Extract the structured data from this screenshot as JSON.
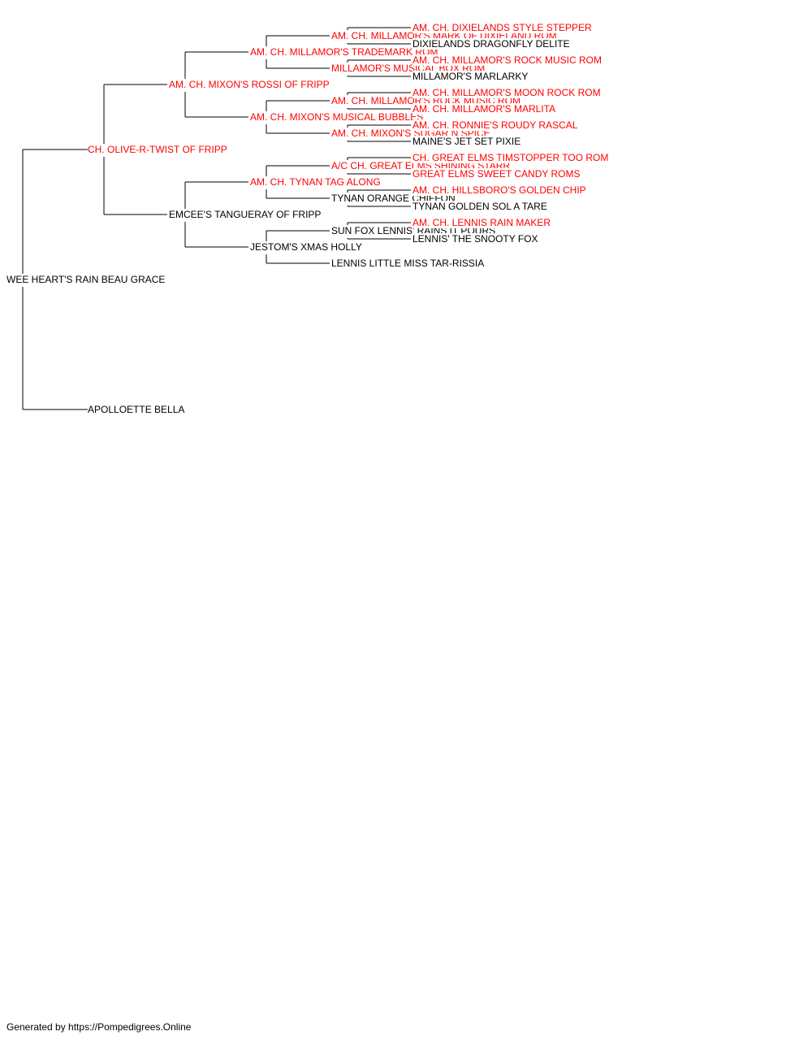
{
  "colors": {
    "champion": "#ff0000",
    "regular": "#000000",
    "line": "#000000"
  },
  "subject": {
    "name": "WEE HEART'S RAIN BEAU GRACE",
    "champion": false
  },
  "sire": {
    "name": "CH. OLIVE-R-TWIST OF FRIPP",
    "champion": true,
    "sire": {
      "name": "AM. CH. MIXON'S ROSSI OF FRIPP",
      "champion": true,
      "sire": {
        "name": "AM. CH. MILLAMOR'S TRADEMARK ROM",
        "champion": true,
        "sire": {
          "name": "AM. CH. MILLAMOR'S MARK OF DIXIELAND ROM",
          "champion": true,
          "sire": {
            "name": "AM. CH. DIXIELANDS STYLE STEPPER",
            "champion": true
          },
          "dam": {
            "name": "DIXIELANDS DRAGONFLY DELITE",
            "champion": false
          }
        },
        "dam": {
          "name": "MILLAMOR'S MUSICAL BOX ROM",
          "champion": true,
          "sire": {
            "name": "AM. CH. MILLAMOR'S ROCK MUSIC ROM",
            "champion": true
          },
          "dam": {
            "name": "MILLAMOR'S MARLARKY",
            "champion": false
          }
        }
      },
      "dam": {
        "name": "AM. CH. MIXON'S MUSICAL BUBBLES",
        "champion": true,
        "sire": {
          "name": "AM. CH. MILLAMOR'S ROCK MUSIC ROM",
          "champion": true,
          "sire": {
            "name": "AM. CH. MILLAMOR'S MOON ROCK ROM",
            "champion": true
          },
          "dam": {
            "name": "AM. CH. MILLAMOR'S MARLITA",
            "champion": true
          }
        },
        "dam": {
          "name": "AM. CH. MIXON'S SUGAR N SPICE",
          "champion": true,
          "sire": {
            "name": "AM. CH. RONNIE'S ROUDY RASCAL",
            "champion": true
          },
          "dam": {
            "name": "MAINE'S JET SET PIXIE",
            "champion": false
          }
        }
      }
    },
    "dam": {
      "name": "EMCEE'S TANGUERAY OF FRIPP",
      "champion": false,
      "sire": {
        "name": "AM. CH. TYNAN TAG ALONG",
        "champion": true,
        "sire": {
          "name": "A/C CH. GREAT ELMS SHINING STARR",
          "champion": true,
          "sire": {
            "name": "CH. GREAT ELMS TIMSTOPPER TOO ROM",
            "champion": true
          },
          "dam": {
            "name": "GREAT ELMS SWEET CANDY ROMS",
            "champion": true
          }
        },
        "dam": {
          "name": "TYNAN ORANGE CHIFFON",
          "champion": false,
          "sire": {
            "name": "AM. CH. HILLSBORO'S GOLDEN CHIP",
            "champion": true
          },
          "dam": {
            "name": "TYNAN GOLDEN SOL A TARE",
            "champion": false
          }
        }
      },
      "dam": {
        "name": "JESTOM'S XMAS HOLLY",
        "champion": false,
        "sire": {
          "name": "SUN FOX LENNIS' RAINS IT POURS",
          "champion": false,
          "sire": {
            "name": "AM. CH. LENNIS RAIN MAKER",
            "champion": true
          },
          "dam": {
            "name": "LENNIS' THE SNOOTY FOX",
            "champion": false
          }
        },
        "dam": {
          "name": "LENNIS LITTLE MISS TAR-RISSIA",
          "champion": false
        }
      }
    }
  },
  "dam": {
    "name": "APOLLOETTE BELLA",
    "champion": false
  },
  "footer": {
    "text": "Generated by https://Pompedigrees.Online"
  }
}
